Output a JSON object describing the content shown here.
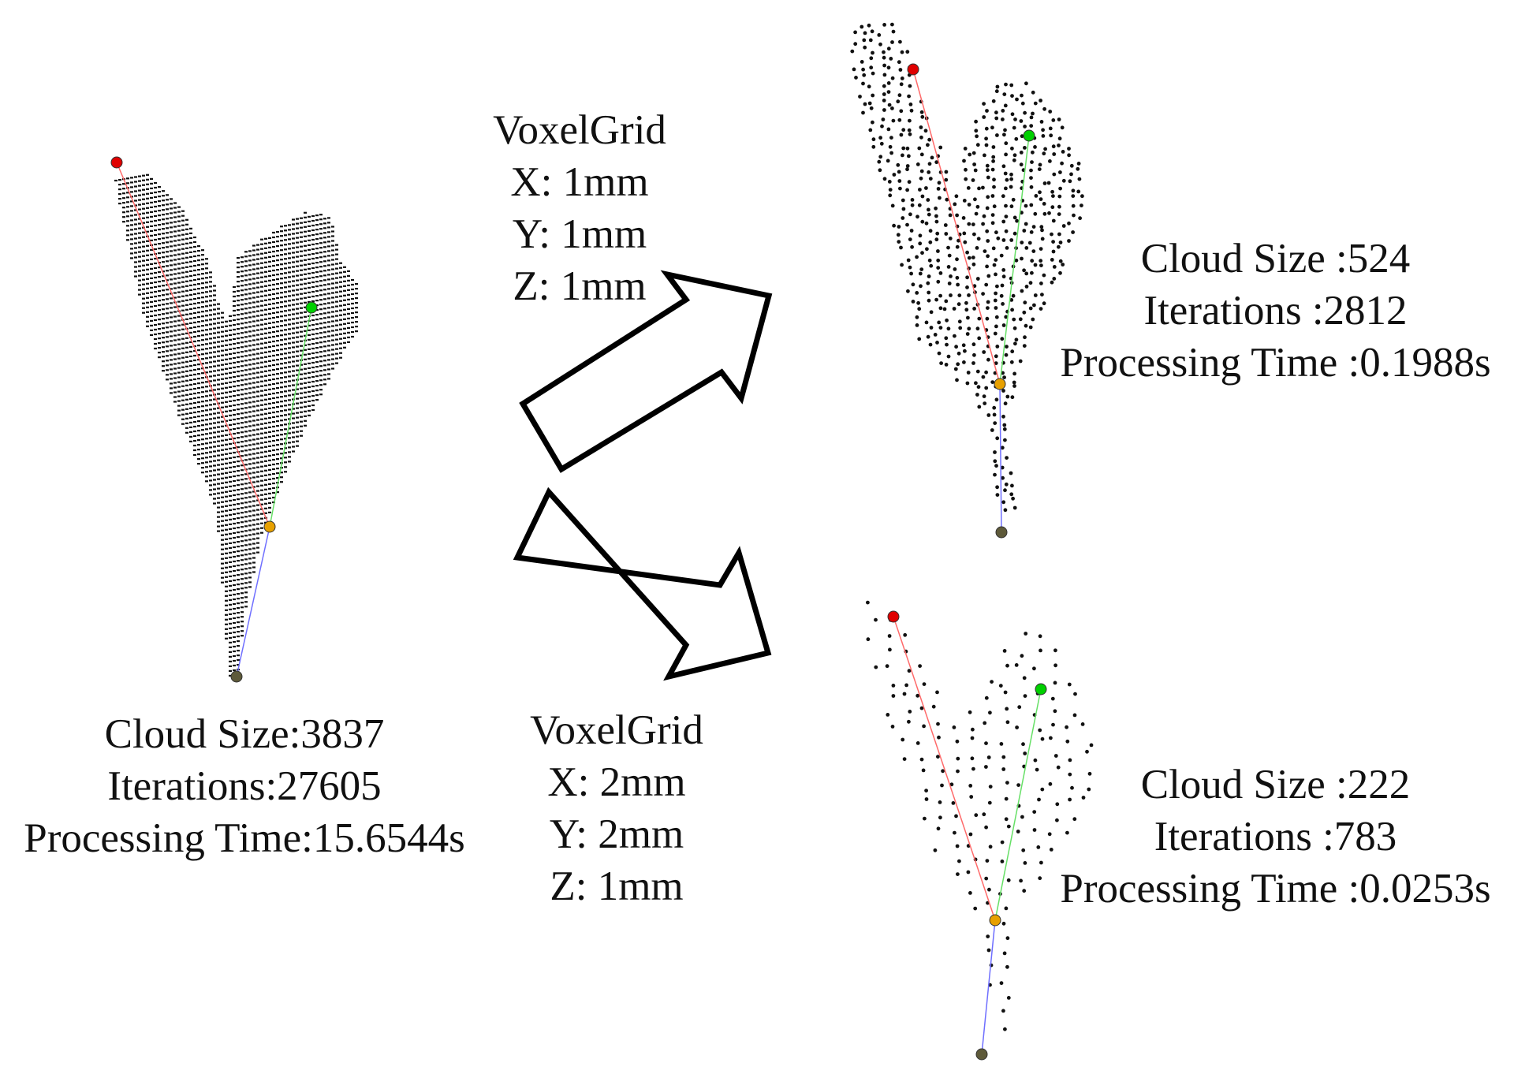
{
  "colors": {
    "point": "#111111",
    "red_line": "#ff6a6a",
    "green_line": "#66e066",
    "blue_line": "#6f6fff",
    "red_node": "#e00000",
    "green_node": "#00d000",
    "orange_node": "#e7a000",
    "base_node": "#5e5a3a"
  },
  "original": {
    "stats": [
      "Cloud Size:3837",
      "Iterations:27605",
      "Processing Time:15.6544s"
    ]
  },
  "voxel_1": {
    "lines": [
      "VoxelGrid",
      "X: 1mm",
      "Y: 1mm",
      "Z: 1mm"
    ]
  },
  "voxel_2": {
    "lines": [
      "VoxelGrid",
      "X: 2mm",
      "Y: 2mm",
      "Z: 1mm"
    ]
  },
  "sampled_1": {
    "stats": [
      "Cloud Size :524",
      "Iterations :2812",
      "Processing Time :0.1988s"
    ]
  },
  "sampled_2": {
    "stats": [
      "Cloud Size :222",
      "Iterations :783",
      "Processing Time :0.0253s"
    ]
  }
}
